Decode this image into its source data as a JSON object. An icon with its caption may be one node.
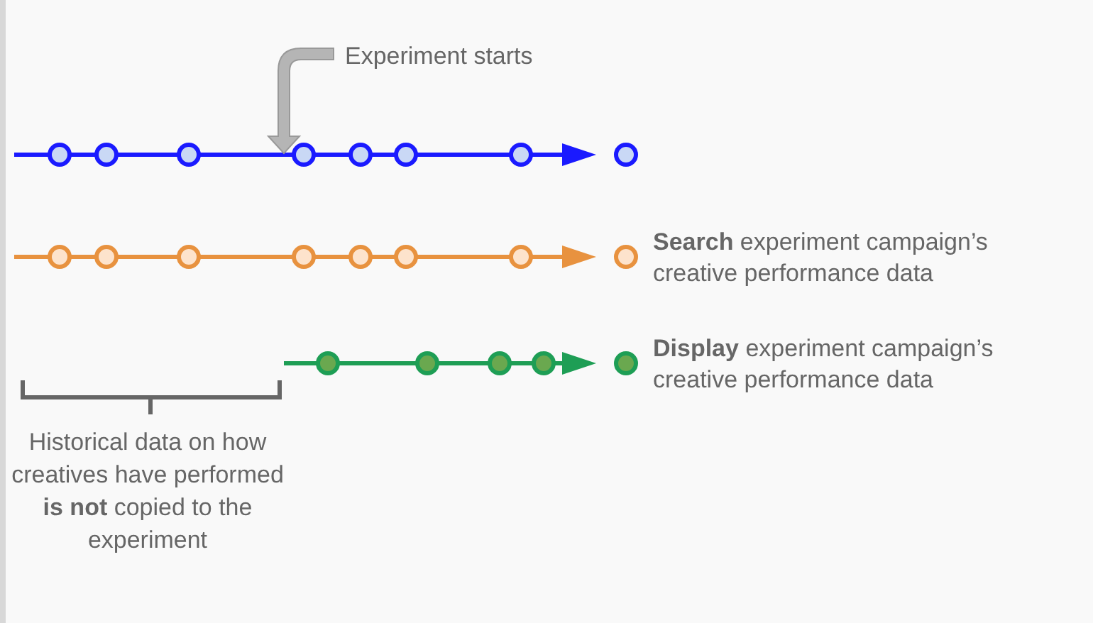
{
  "diagram": {
    "labels": [
      "Experiment starts",
      "Historical data on how creatives have performed **is not** copied to the experiment"
    ],
    "legend": [
      {
        "text": "**Search** experiment campaign’s creative performance data",
        "color": "#e8923f"
      },
      {
        "text": "**Display** experiment campaign’s creative performance data",
        "color": "#1e9e55"
      }
    ]
  }
}
